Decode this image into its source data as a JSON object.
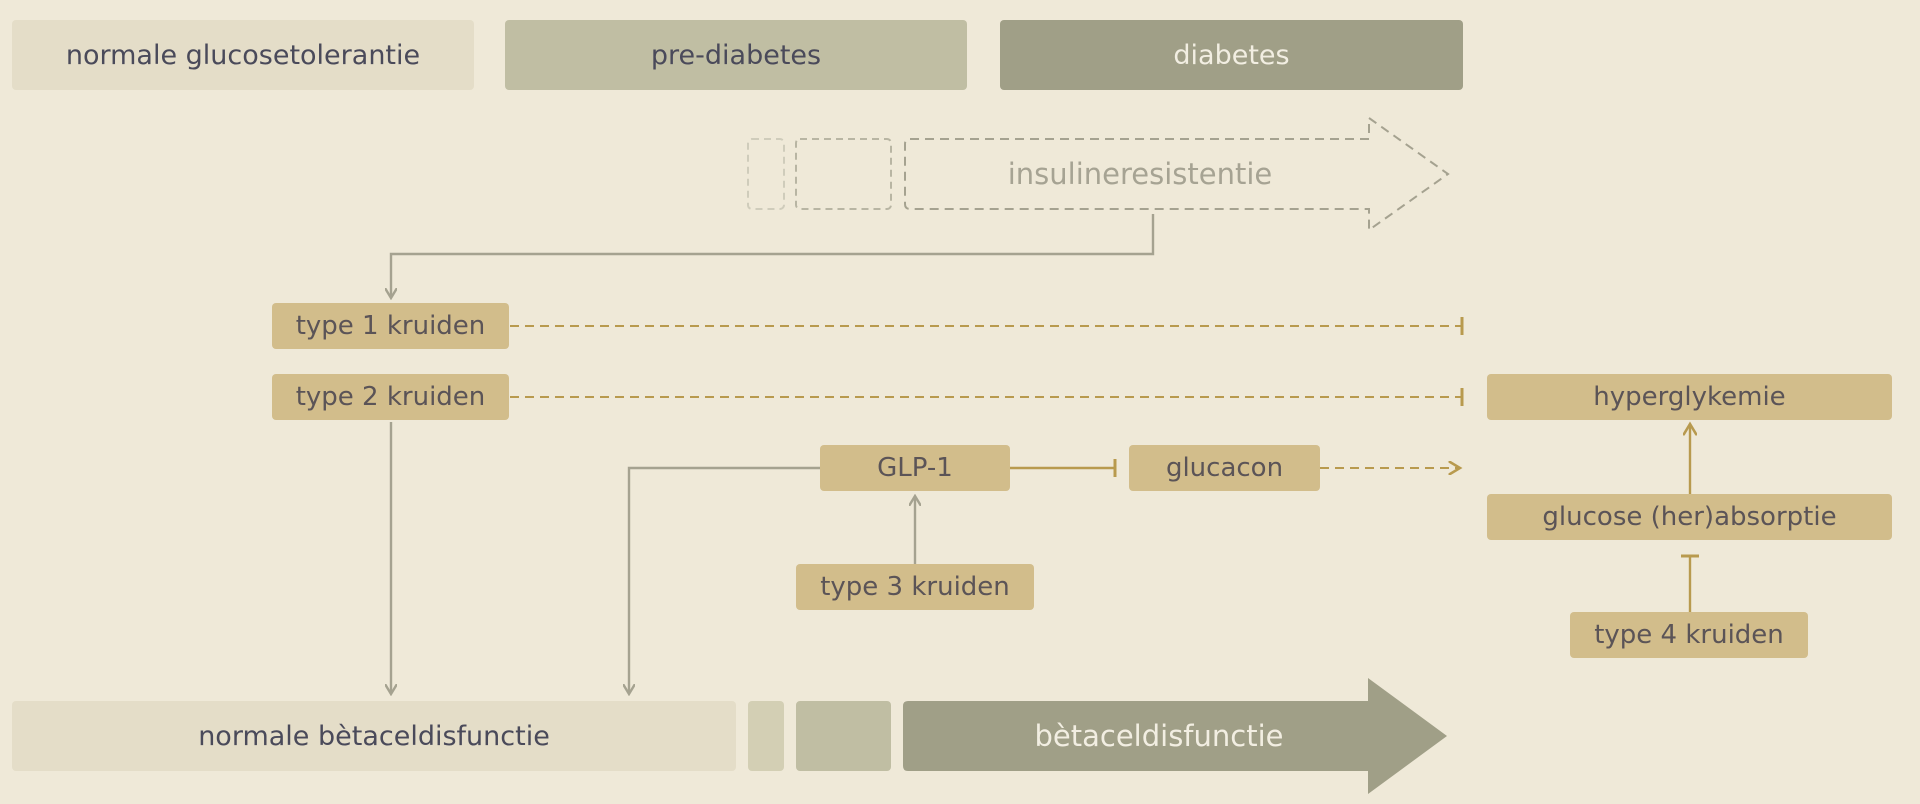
{
  "phases": {
    "normal": "normale glucosetolerantie",
    "prediabetes": "pre-diabetes",
    "diabetes": "diabetes"
  },
  "insulin_resistance": "insulineresistentie",
  "herbs": {
    "type1": "type 1 kruiden",
    "type2": "type 2 kruiden",
    "type3": "type 3 kruiden",
    "type4": "type 4 kruiden"
  },
  "hormones": {
    "glp1": "GLP-1",
    "glucagon": "glucacon"
  },
  "outcomes": {
    "hyperglycemia": "hyperglykemie",
    "glucose_absorption": "glucose (her)absorptie"
  },
  "beta_cell": {
    "normal": "normale bètaceldisfunctie",
    "dysfunction": "bètaceldisfunctie"
  },
  "colors": {
    "background": "#efe9d8",
    "phase_normal": "#e4ddc8",
    "phase_pre": "#c0bea3",
    "phase_diabetes": "#a09f87",
    "herb_box": "#d2bd8b",
    "grey_line": "#a5a290",
    "gold_line": "#b89a4e",
    "dashed_outline": "#a5a290"
  }
}
